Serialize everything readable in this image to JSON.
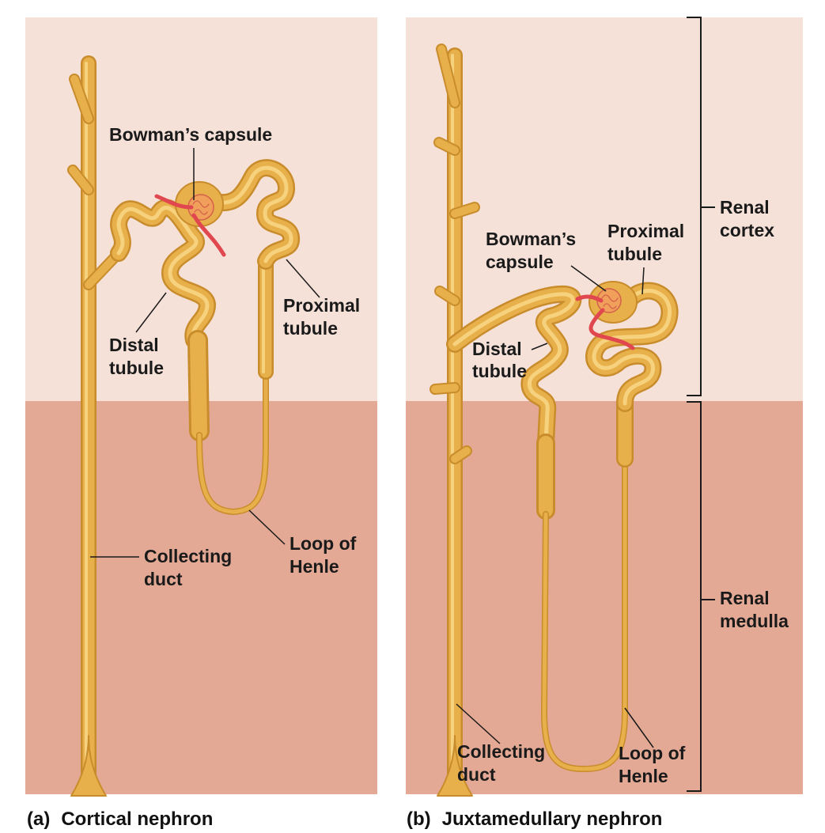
{
  "panel_a": {
    "caption_tag": "(a)",
    "caption": "Cortical nephron",
    "labels": {
      "bowmans_capsule": "Bowman’s capsule",
      "distal_tubule_1": "Distal",
      "distal_tubule_2": "tubule",
      "proximal_tubule_1": "Proximal",
      "proximal_tubule_2": "tubule",
      "collecting_duct_1": "Collecting",
      "collecting_duct_2": "duct",
      "loop_of_henle_1": "Loop of",
      "loop_of_henle_2": "Henle"
    }
  },
  "panel_b": {
    "caption_tag": "(b)",
    "caption": "Juxtamedullary nephron",
    "labels": {
      "bowmans_capsule_1": "Bowman’s",
      "bowmans_capsule_2": "capsule",
      "proximal_tubule_1": "Proximal",
      "proximal_tubule_2": "tubule",
      "distal_tubule_1": "Distal",
      "distal_tubule_2": "tubule",
      "collecting_duct_1": "Collecting",
      "collecting_duct_2": "duct",
      "loop_of_henle_1": "Loop of",
      "loop_of_henle_2": "Henle"
    }
  },
  "regions": {
    "cortex_1": "Renal",
    "cortex_2": "cortex",
    "medulla_1": "Renal",
    "medulla_2": "medulla"
  },
  "colors": {
    "cortex": "#f5e1d8",
    "medulla": "#e3a995",
    "tubule": "#e8b04a",
    "tubule_highlight": "#f7d27e",
    "tubule_shadow": "#c98c2c",
    "capillary": "#e0474f",
    "glomerulus": "#f0a05a"
  }
}
